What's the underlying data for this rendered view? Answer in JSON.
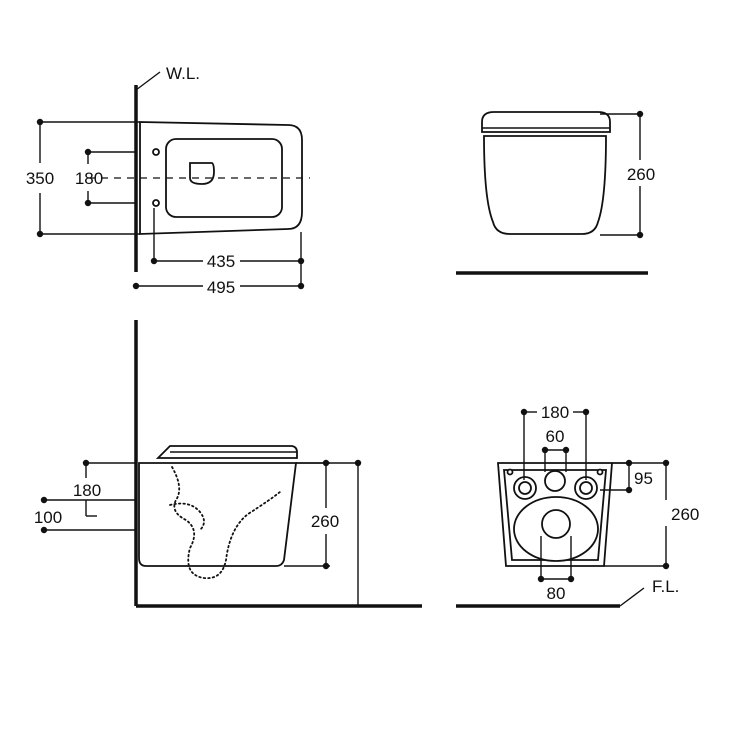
{
  "labels": {
    "wall_line": "W.L.",
    "floor_line": "F.L."
  },
  "plan_view": {
    "depth_total": "350",
    "fixing_spacing": "180",
    "length_inner": "435",
    "length_total": "495"
  },
  "front_view": {
    "height": "260"
  },
  "side_view": {
    "height": "260",
    "fixing_height": "180",
    "inlet_height": "100"
  },
  "rear_view": {
    "fixing_spacing": "180",
    "inlet_spacing": "60",
    "fixing_offset": "95",
    "height": "260",
    "outlet_spacing": "80"
  }
}
